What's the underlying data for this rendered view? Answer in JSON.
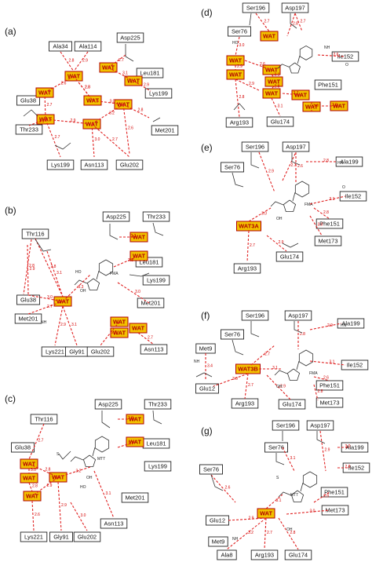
{
  "panels": [
    {
      "letter": "(a)",
      "residues": [
        "Ala34",
        "Ala114",
        "Asp225",
        "Leu181",
        "Lys199",
        "Glu38",
        "Thr233",
        "Met201",
        "Lys199",
        "Asn113",
        "Glu202"
      ],
      "waters": [
        "WAT",
        "WAT",
        "WAT",
        "WAT",
        "WAT",
        "WAT",
        "WAT",
        "WAT"
      ],
      "distances": [
        "2.8",
        "2.9",
        "2.7",
        "3.1",
        "2.6",
        "2.8",
        "3.0",
        "2.7",
        "2.9",
        "3.2",
        "2.8",
        "2.6",
        "2.7",
        "3.0",
        "2.9",
        "2.8",
        "3.1",
        "2.7"
      ]
    },
    {
      "letter": "(b)",
      "residues": [
        "Asp225",
        "Thr233",
        "Thr116",
        "Leu181",
        "Lys199",
        "Glu38",
        "Met201",
        "Met201",
        "Lys221",
        "Gly91",
        "Glu202",
        "Asn113"
      ],
      "waters": [
        "WAT",
        "WAT",
        "WAT",
        "WAT",
        "WAT",
        "WAT"
      ],
      "ligand": "FMA",
      "distances": [
        "2.8",
        "3.0",
        "2.7",
        "3.3",
        "2.9",
        "3.1",
        "2.6",
        "3.2",
        "2.8",
        "2.9",
        "3.0",
        "2.7",
        "3.1",
        "2.8"
      ]
    },
    {
      "letter": "(c)",
      "residues": [
        "Asp225",
        "Thr233",
        "Thr116",
        "Leu181",
        "Lys199",
        "Glu38",
        "Met201",
        "Lys221",
        "Gly91",
        "Glu202",
        "Asn113"
      ],
      "waters": [
        "WAT",
        "WAT",
        "WAT",
        "WAT",
        "WAT",
        "WAT"
      ],
      "ligand": "MTT",
      "distances": [
        "2.7",
        "3.0",
        "2.8",
        "3.2",
        "2.9",
        "2.6",
        "3.1",
        "2.8",
        "2.7",
        "3.0",
        "2.9",
        "2.8"
      ]
    },
    {
      "letter": "(d)",
      "residues": [
        "Ser196",
        "Asp197",
        "Ser76",
        "Ile152",
        "Phe151",
        "Arg193",
        "Glu174"
      ],
      "waters": [
        "WAT",
        "WAT",
        "WAT",
        "WAT",
        "WAT",
        "WAT",
        "WAT",
        "WAT",
        "WAT"
      ],
      "distances": [
        "2.7",
        "2.8",
        "3.0",
        "2.9",
        "2.6",
        "3.1",
        "2.8",
        "2.7",
        "3.0",
        "2.9",
        "2.8",
        "3.1",
        "2.7",
        "2.6",
        "2.9"
      ]
    },
    {
      "letter": "(e)",
      "residues": [
        "Ser196",
        "Asp197",
        "Ala199",
        "Ser76",
        "Ile152",
        "Phe151",
        "Met173",
        "Glu174",
        "Arg193"
      ],
      "waters": [
        "WAT3A"
      ],
      "ligand": "FMA",
      "distances": [
        "2.6",
        "2.8",
        "3.0",
        "2.7",
        "2.9",
        "2.8",
        "3.1",
        "2.7",
        "2.9",
        "3.0"
      ]
    },
    {
      "letter": "(f)",
      "residues": [
        "Ser196",
        "Asp197",
        "Ala199",
        "Ser76",
        "Ile152",
        "Phe151",
        "Met173",
        "Met9",
        "Glu12",
        "Arg193",
        "Glu174"
      ],
      "waters": [
        "WAT3B"
      ],
      "ligand": "FMA",
      "distances": [
        "2.8",
        "2.9",
        "3.1",
        "2.7",
        "3.0",
        "2.6",
        "2.8",
        "3.4",
        "2.9",
        "3.1",
        "2.7"
      ]
    },
    {
      "letter": "(g)",
      "residues": [
        "Ser196",
        "Asp197",
        "Ala199",
        "Ser76",
        "Ile152",
        "Ser76",
        "Phe151",
        "Met173",
        "Glu12",
        "Met9",
        "Ala8",
        "Arg193",
        "Glu174"
      ],
      "waters": [
        "WAT"
      ],
      "ligand": "MTT",
      "distances": [
        "2.9",
        "3.0",
        "2.8",
        "3.1",
        "2.7",
        "2.9",
        "3.2",
        "2.8",
        "3.0",
        "2.6",
        "2.9",
        "3.1"
      ]
    }
  ],
  "colors": {
    "hbond": "#e02020",
    "water_fill": "#f2c200",
    "water_stroke": "#b00000",
    "bond": "#333333"
  }
}
